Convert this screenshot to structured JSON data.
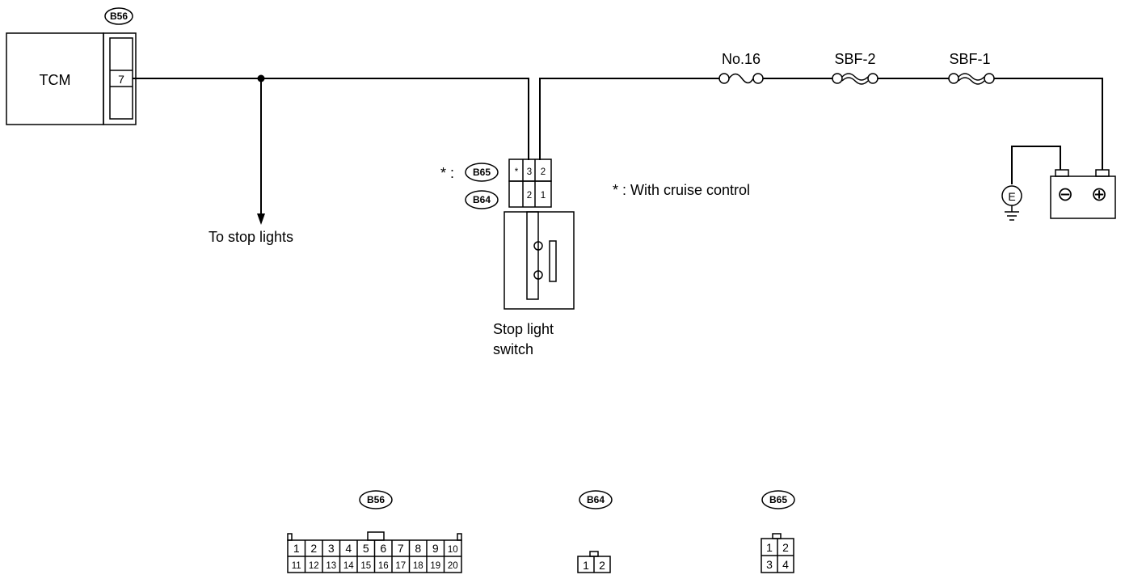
{
  "tcm": {
    "label": "TCM",
    "connector_id": "B56",
    "pin": "7"
  },
  "stop_lights_label": "To stop lights",
  "fuses": [
    "No.16",
    "SBF-2",
    "SBF-1"
  ],
  "switch": {
    "label_line1": "Stop light",
    "label_line2": "switch",
    "connector_b65": "B65",
    "connector_b64": "B64",
    "b65_pins": [
      "*",
      "3",
      "2"
    ],
    "b64_pins": [
      "2",
      "1"
    ],
    "asterisk_prefix": "* :"
  },
  "note": "* : With cruise control",
  "ground_symbol": "E",
  "battery": {
    "neg": "⊖",
    "pos": "⊕"
  },
  "connectors": {
    "b56": {
      "id": "B56",
      "row1": [
        "1",
        "2",
        "3",
        "4",
        "5",
        "6",
        "7",
        "8",
        "9",
        "10"
      ],
      "row2": [
        "11",
        "12",
        "13",
        "14",
        "15",
        "16",
        "17",
        "18",
        "19",
        "20"
      ]
    },
    "b64": {
      "id": "B64",
      "row1": [
        "1",
        "2"
      ]
    },
    "b65": {
      "id": "B65",
      "row1": [
        "1",
        "2"
      ],
      "row2": [
        "3",
        "4"
      ]
    }
  }
}
